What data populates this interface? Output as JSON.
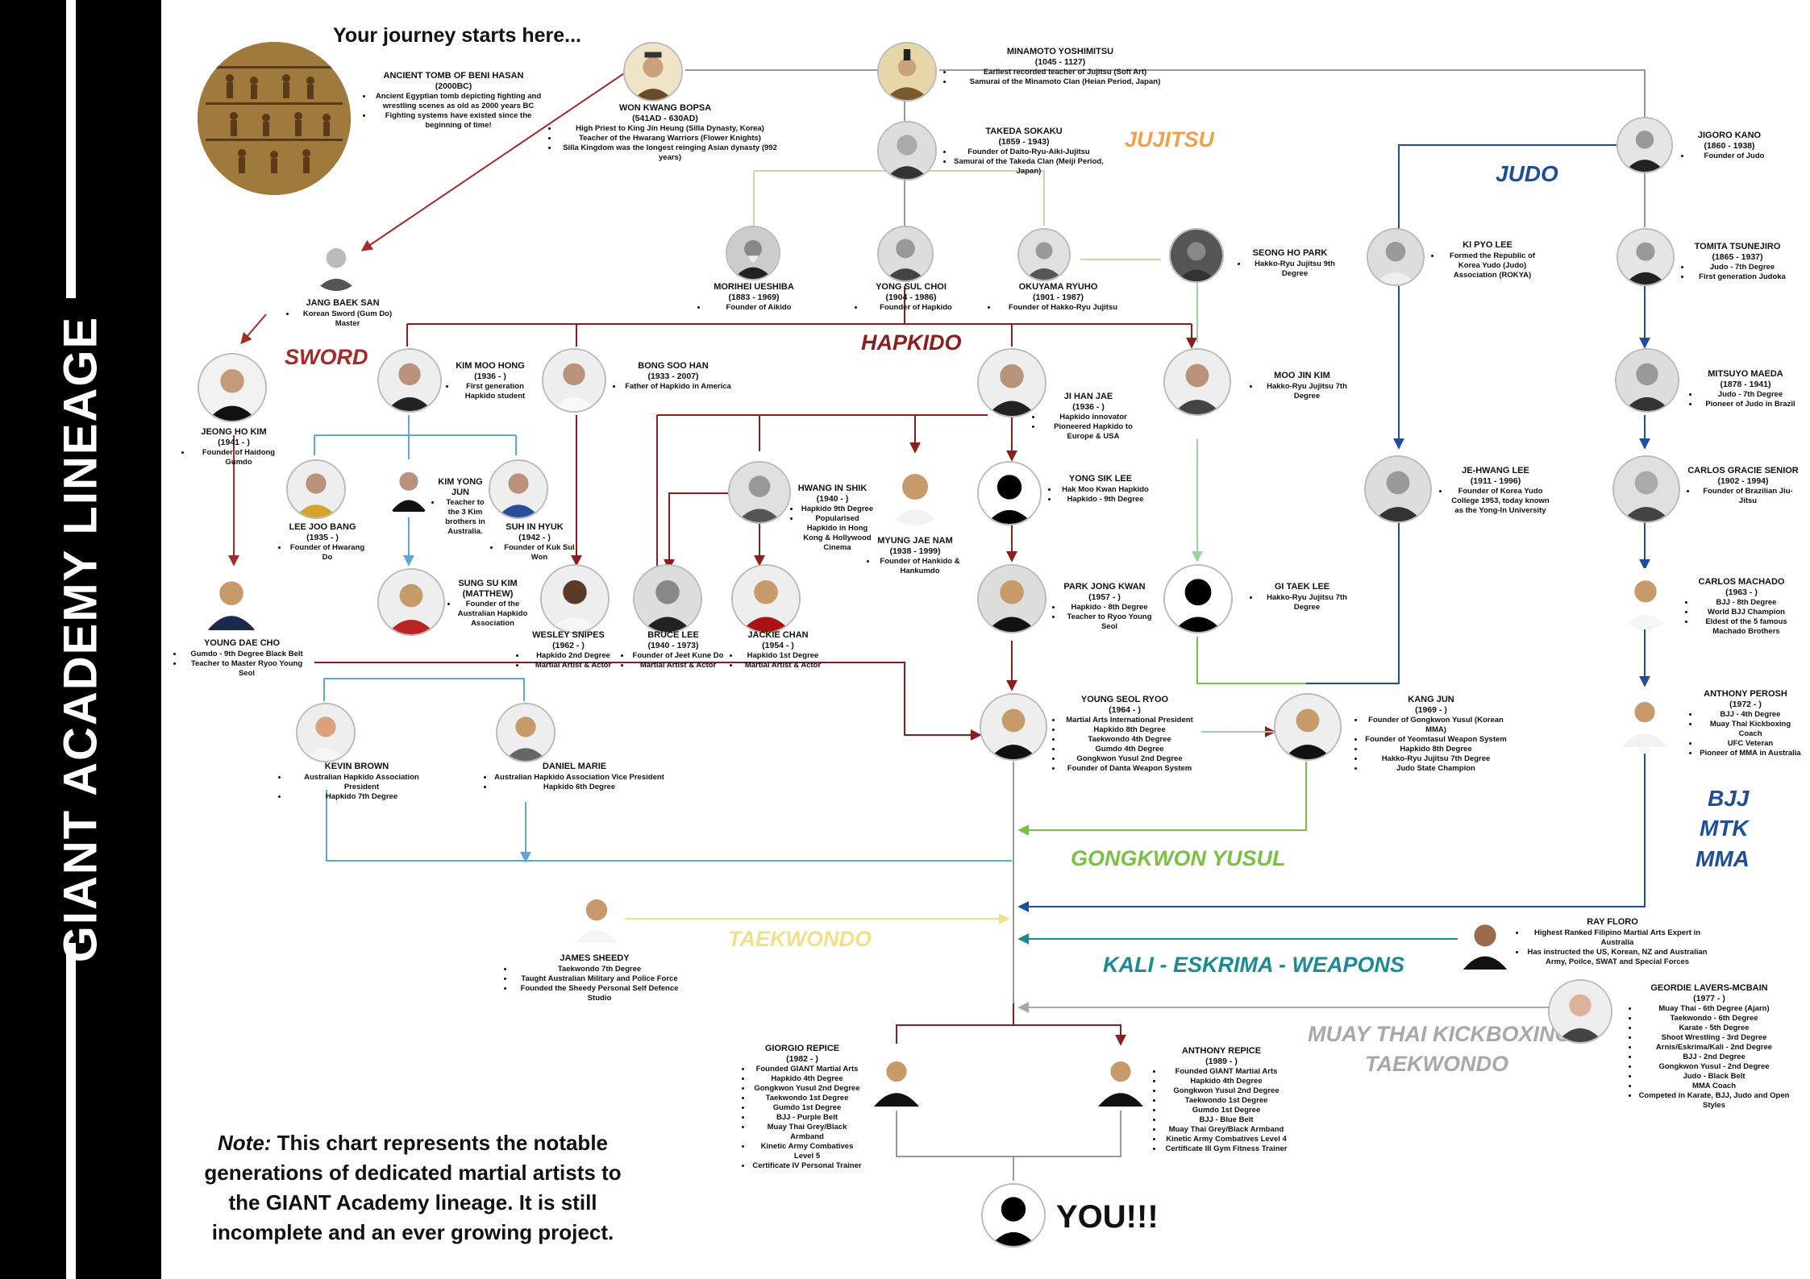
{
  "sidebar": {
    "title": "GIANT ACADEMY LINEAGE"
  },
  "tagline": "Your journey starts here...",
  "styles": {
    "jujitsu": "JUJITSU",
    "judo": "JUDO",
    "sword": "SWORD",
    "hapkido": "HAPKIDO",
    "bjj": "BJJ",
    "mtk": "MTK",
    "mma": "MMA",
    "gongkwon": "GONGKWON YUSUL",
    "taekwondo": "TAEKWONDO",
    "kali": "KALI - ESKRIMA - WEAPONS",
    "muaythai": "MUAY THAI KICKBOXING",
    "taekwondo2": "TAEKWONDO"
  },
  "colors": {
    "sidebar": "#000000",
    "jujitsu": "#f0a04b",
    "judo": "#1f4e99",
    "sword": "#a52a2a",
    "hapkido": "#8b1e1e",
    "bjj": "#1f4e99",
    "gongkwon": "#7ac143",
    "taekwondo": "#f0e08a",
    "kali": "#1a8a93",
    "muaythai": "#a8a8a8"
  },
  "note": {
    "label": "Note:",
    "text": "This chart represents the notable generations of dedicated martial artists to the GIANT Academy lineage. It is still incomplete and an ever growing project."
  },
  "you": "YOU!!!",
  "people": {
    "tomb": {
      "name": "ANCIENT TOMB OF BENI HASAN",
      "dates": "(2000BC)",
      "notes": [
        "Ancient Egyptian tomb depicting fighting and wrestling scenes as old as 2000 years BC",
        "Fighting systems have existed since the beginning of time!"
      ]
    },
    "wonkwang": {
      "name": "WON KWANG BOPSA",
      "dates": "(541AD - 630AD)",
      "notes": [
        "High Priest to King Jin Heung (Silla Dynasty, Korea)",
        "Teacher of the Hwarang Warriors (Flower Knights)",
        "Silla Kingdom was the longest reinging Asian dynasty (992 years)"
      ]
    },
    "minamoto": {
      "name": "MINAMOTO YOSHIMITSU",
      "dates": "(1045 - 1127)",
      "notes": [
        "Earliest recorded teacher of Jujitsu (Soft Art)",
        "Samurai of the Minamoto Clan (Heian Period, Japan)"
      ]
    },
    "takeda": {
      "name": "TAKEDA SOKAKU",
      "dates": "(1859 - 1943)",
      "notes": [
        "Founder of Daito-Ryu-Aiki-Jujitsu",
        "Samurai of the Takeda Clan (Meiji Period, Japan)"
      ]
    },
    "jigoro": {
      "name": "JIGORO KANO",
      "dates": "(1860 - 1938)",
      "notes": [
        "Founder of Judo"
      ]
    },
    "jangbaek": {
      "name": "JANG BAEK SAN",
      "dates": "",
      "notes": [
        "Korean Sword (Gum Do) Master"
      ]
    },
    "morihei": {
      "name": "MORIHEI UESHIBA",
      "dates": "(1883 - 1969)",
      "notes": [
        "Founder of Aikido"
      ]
    },
    "yongsul": {
      "name": "YONG SUL CHOI",
      "dates": "(1904 - 1986)",
      "notes": [
        "Founder of Hapkido"
      ]
    },
    "okuyama": {
      "name": "OKUYAMA RYUHO",
      "dates": "(1901 - 1987)",
      "notes": [
        "Founder of Hakko-Ryu Jujitsu"
      ]
    },
    "seongho": {
      "name": "SEONG HO PARK",
      "dates": "",
      "notes": [
        "Hakko-Ryu Jujitsu 9th Degree"
      ]
    },
    "kipyo": {
      "name": "KI PYO LEE",
      "dates": "",
      "notes": [
        "Formed the Republic of Korea Yudo (Judo) Association (ROKYA)"
      ]
    },
    "tomita": {
      "name": "TOMITA TSUNEJIRO",
      "dates": "(1865 - 1937)",
      "notes": [
        "Judo - 7th Degree",
        "First generation Judoka"
      ]
    },
    "jeongho": {
      "name": "JEONG HO KIM",
      "dates": "(1941 - )",
      "notes": [
        "Founder of Haidong Gumdo"
      ]
    },
    "kimmoo": {
      "name": "KIM MOO HONG",
      "dates": "(1936 - )",
      "notes": [
        "First generation Hapkido student"
      ]
    },
    "bongsoo": {
      "name": "BONG SOO HAN",
      "dates": "(1933 - 2007)",
      "notes": [
        "Father of Hapkido in America"
      ]
    },
    "jihan": {
      "name": "JI HAN JAE",
      "dates": "(1936 - )",
      "notes": [
        "Hapkido innovator",
        "Pioneered Hapkido to Europe & USA"
      ]
    },
    "moojin": {
      "name": "MOO JIN KIM",
      "dates": "",
      "notes": [
        "Hakko-Ryu Jujitsu 7th Degree"
      ]
    },
    "mitsuyo": {
      "name": "MITSUYO MAEDA",
      "dates": "(1878 - 1941)",
      "notes": [
        "Judo - 7th Degree",
        "Pioneer of Judo in Brazil"
      ]
    },
    "leejoo": {
      "name": "LEE JOO BANG",
      "dates": "(1935 - )",
      "notes": [
        "Founder of Hwarang Do"
      ]
    },
    "kimyong": {
      "name": "KIM YONG JUN",
      "dates": "",
      "notes": [
        "Teacher to the 3 Kim brothers in Australia."
      ]
    },
    "suhin": {
      "name": "SUH IN HYUK",
      "dates": "(1942 - )",
      "notes": [
        "Founder of Kuk Sul Won"
      ]
    },
    "hwangin": {
      "name": "HWANG IN SHIK",
      "dates": "(1940 - )",
      "notes": [
        "Hapkido 9th Degree",
        "Popularised Hapkido in Hong Kong & Hollywood Cinema"
      ]
    },
    "myungjae": {
      "name": "MYUNG JAE NAM",
      "dates": "(1938 - 1999)",
      "notes": [
        "Founder of Hankido & Hankumdo"
      ]
    },
    "yongsik": {
      "name": "YONG SIK LEE",
      "dates": "",
      "notes": [
        "Hak Moo Kwan Hapkido",
        "Hapkido - 9th Degree"
      ]
    },
    "jehwang": {
      "name": "JE-HWANG LEE",
      "dates": "(1911 - 1996)",
      "notes": [
        "Founder of Korea Yudo College 1953, today known as the Yong-In University"
      ]
    },
    "carlosg": {
      "name": "CARLOS GRACIE SENIOR",
      "dates": "(1902 - 1994)",
      "notes": [
        "Founder of Brazilian Jiu-Jitsu"
      ]
    },
    "youngdae": {
      "name": "YOUNG DAE CHO",
      "dates": "",
      "notes": [
        "Gumdo - 9th Degree Black Belt",
        "Teacher to Master Ryoo Young Seol"
      ]
    },
    "sungsu": {
      "name": "SUNG SU KIM (MATTHEW)",
      "dates": "",
      "notes": [
        "Founder of the Australian Hapkido Association"
      ]
    },
    "wesley": {
      "name": "WESLEY SNIPES",
      "dates": "(1962 - )",
      "notes": [
        "Hapkido 2nd Degree",
        "Martial Artist & Actor"
      ]
    },
    "brucelee": {
      "name": "BRUCE LEE",
      "dates": "(1940 - 1973)",
      "notes": [
        "Founder of Jeet Kune Do",
        "Martial Artist & Actor"
      ]
    },
    "jackie": {
      "name": "JACKIE CHAN",
      "dates": "(1954 - )",
      "notes": [
        "Hapkido 1st Degree",
        "Martial Artist & Actor"
      ]
    },
    "parkjong": {
      "name": "PARK JONG KWAN",
      "dates": "(1957 - )",
      "notes": [
        "Hapkido - 8th Degree",
        "Teacher to Ryoo Young Seol"
      ]
    },
    "gitaek": {
      "name": "GI TAEK LEE",
      "dates": "",
      "notes": [
        "Hakko-Ryu Jujitsu 7th Degree"
      ]
    },
    "carlosm": {
      "name": "CARLOS MACHADO",
      "dates": "(1963 - )",
      "notes": [
        "BJJ - 8th Degree",
        "World BJJ Champion",
        "Eldest of the 5 famous Machado Brothers"
      ]
    },
    "kevin": {
      "name": "KEVIN BROWN",
      "dates": "",
      "notes": [
        "Australian Hapkido Association President",
        "Hapkido 7th Degree"
      ]
    },
    "daniel": {
      "name": "DANIEL MARIE",
      "dates": "",
      "notes": [
        "Australian Hapkido Association Vice President",
        "Hapkido 6th Degree"
      ]
    },
    "youngseol": {
      "name": "YOUNG SEOL RYOO",
      "dates": "(1964 - )",
      "notes": [
        "Martial Arts International President",
        "Hapkido 8th Degree",
        "Taekwondo 4th Degree",
        "Gumdo 4th Degree",
        "Gongkwon Yusul 2nd Degree",
        "Founder of Danta Weapon System"
      ]
    },
    "kangjun": {
      "name": "KANG JUN",
      "dates": "(1969 - )",
      "notes": [
        "Founder of Gongkwon Yusul (Korean MMA)",
        "Founder of Yeomtasul Weapon System",
        "Hapkido 8th Degree",
        "Hakko-Ryu Jujitsu 7th Degree",
        "Judo State Champion"
      ]
    },
    "anthonyp": {
      "name": "ANTHONY PEROSH",
      "dates": "(1972 - )",
      "notes": [
        "BJJ - 4th Degree",
        "Muay Thai Kickboxing Coach",
        "UFC Veteran",
        "Pioneer of MMA in Australia"
      ]
    },
    "jamessheedy": {
      "name": "JAMES SHEEDY",
      "dates": "",
      "notes": [
        "Taekwondo 7th Degree",
        "Taught Australian Military and Police Force",
        "Founded the Sheedy Personal Self Defence Studio"
      ]
    },
    "rayfloro": {
      "name": "RAY FLORO",
      "dates": "",
      "notes": [
        "Highest Ranked Filipino Martial Arts Expert in Australia",
        "Has instructed the US, Korean, NZ and Australian Army, Poilce, SWAT and Special Forces"
      ]
    },
    "geordie": {
      "name": "GEORDIE LAVERS-MCBAIN",
      "dates": "(1977 - )",
      "notes": [
        "Muay Thai - 6th Degree (Ajarn)",
        "Taekwondo - 6th Degree",
        "Karate - 5th Degree",
        "Shoot Wrestling - 3rd Degree",
        "Arnis/Eskrima/Kali - 2nd Degree",
        "BJJ - 2nd Degree",
        "Gongkwon Yusul - 2nd Degree",
        "Judo - Black Belt",
        "MMA Coach",
        "Competed in Karate, BJJ, Judo and Open Styles"
      ]
    },
    "giorgio": {
      "name": "GIORGIO REPICE",
      "dates": "(1982 - )",
      "notes": [
        "Founded GIANT Martial Arts",
        "Hapkido 4th Degree",
        "Gongkwon Yusul 2nd Degree",
        "Taekwondo 1st Degree",
        "Gumdo 1st Degree",
        "BJJ - Purple Belt",
        "Muay Thai Grey/Black Armband",
        "Kinetic Army Combatives Level 5",
        "Certificate IV Personal Trainer"
      ]
    },
    "anthonyr": {
      "name": "ANTHONY REPICE",
      "dates": "(1989 - )",
      "notes": [
        "Founded GIANT Martial Arts",
        "Hapkido 4th Degree",
        "Gongkwon Yusul 2nd Degree",
        "Taekwondo 1st Degree",
        "Gumdo 1st Degree",
        "BJJ - Blue Belt",
        "Muay Thai Grey/Black Armband",
        "Kinetic Army Combatives Level 4",
        "Certificate III Gym Fitness Trainer"
      ]
    }
  }
}
